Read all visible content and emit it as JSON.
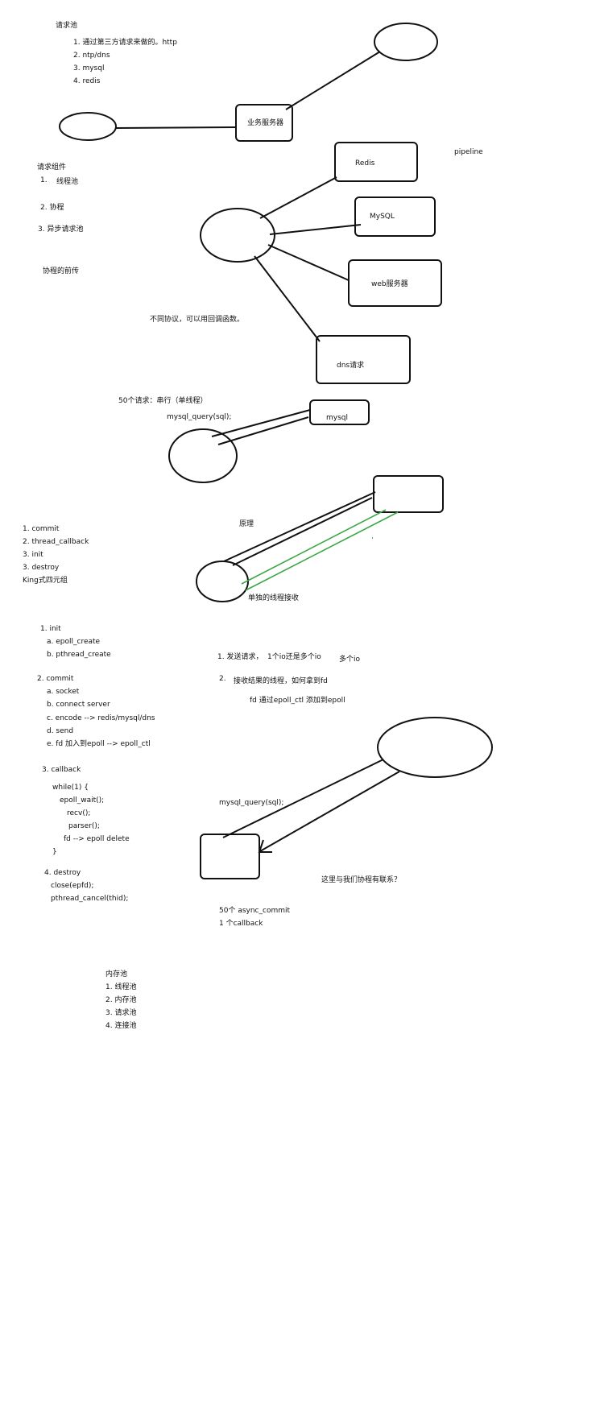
{
  "section1": {
    "title": "请求池",
    "items": [
      "1. 通过第三方请求来做的。http",
      "2. ntp/dns",
      "3. mysql",
      "4. redis"
    ]
  },
  "nodes": {
    "biz_server": "业务服务器",
    "redis": "Redis",
    "mysql": "MySQL",
    "web": "web服务器",
    "dns": "dns请求",
    "pipeline": "pipeline",
    "mysql_small": "mysql"
  },
  "components": {
    "title": "请求组件",
    "item1_num": "1.",
    "item1_text": "线程池",
    "item2": "2. 协程",
    "item3": "3. 异步请求池",
    "predecessor": "协程的前传"
  },
  "note_protocol": "不同协议，可以用回调函数。",
  "serial": {
    "title": "50个请求：串行（单线程）",
    "call": "mysql_query(sql);"
  },
  "api_list": [
    "1. commit",
    "2. thread_callback",
    "3. init",
    "3. destroy",
    "King式四元组"
  ],
  "principle": {
    "title": "原理",
    "dot": "·",
    "thread_recv": "单独的线程接收"
  },
  "steps": {
    "init": "1. init",
    "init_a": "a. epoll_create",
    "init_b": "b. pthread_create",
    "commit": "2. commit",
    "commit_a": "a. socket",
    "commit_b": "b. connect server",
    "commit_c": "c. encode --> redis/mysql/dns",
    "commit_d": "d. send",
    "commit_e": "e. fd 加入到epoll --> epoll_ctl",
    "callback": "3. callback",
    "cb_1": "while(1) {",
    "cb_2": "epoll_wait();",
    "cb_3": "recv();",
    "cb_4": "parser();",
    "cb_5": "fd --> epoll delete",
    "cb_6": "}",
    "destroy": "4. destroy",
    "destroy_1": "close(epfd);",
    "destroy_2": "pthread_cancel(thid);"
  },
  "questions": {
    "q1": "1. 发送请求，",
    "q1b": "1个io还是多个io",
    "q1c": "多个io",
    "q2num": "2.",
    "q2": "接收结果的线程，如何拿到fd",
    "q2b": "fd 通过epoll_ctl 添加到epoll"
  },
  "async_diagram": {
    "call": "mysql_query(sql);",
    "question": "这里与我们协程有联系？",
    "note1": "50个 async_commit",
    "note2": "1 个callback"
  },
  "mempool": {
    "title": "内存池",
    "items": [
      "1. 线程池",
      "2. 内存池",
      "3. 请求池",
      "4. 连接池"
    ]
  },
  "colors": {
    "ink": "#111111",
    "green": "#3aa845",
    "background": "#ffffff"
  }
}
